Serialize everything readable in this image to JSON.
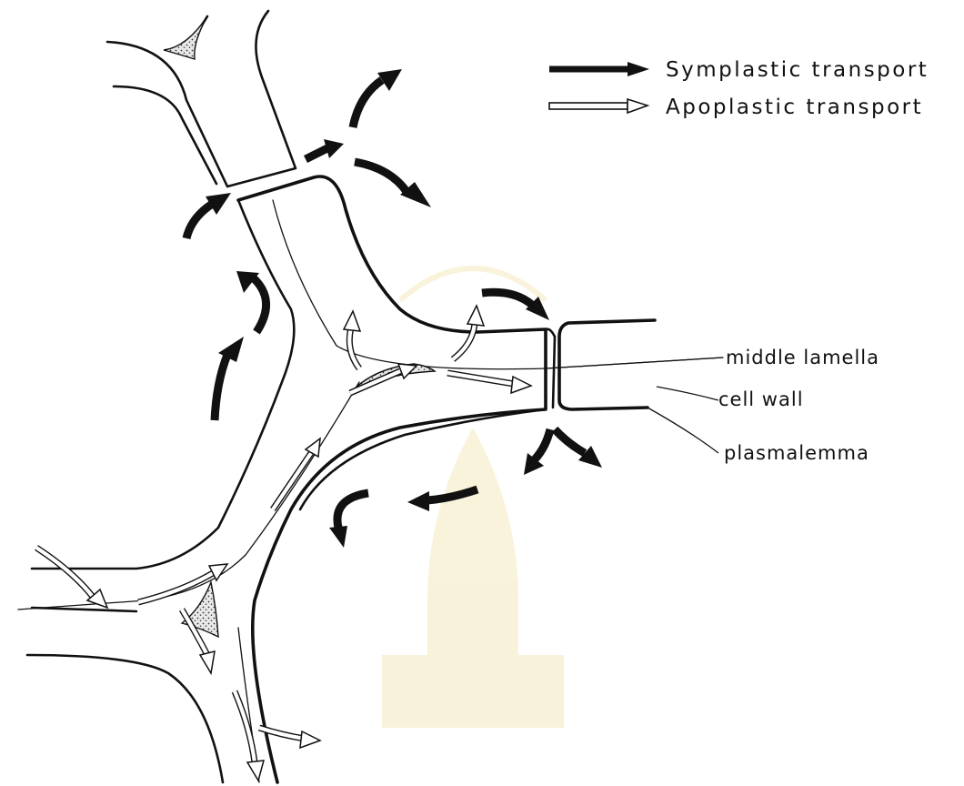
{
  "legend": {
    "symplastic_label": "Symplastic transport",
    "apoplastic_label": "Apoplastic transport"
  },
  "labels": {
    "middle_lamella": "middle lamella",
    "cell_wall": "cell wall",
    "plasmalemma": "plasmalemma"
  },
  "colors": {
    "ink": "#111111",
    "background": "#ffffff",
    "watermark": "#f3e7b8"
  }
}
